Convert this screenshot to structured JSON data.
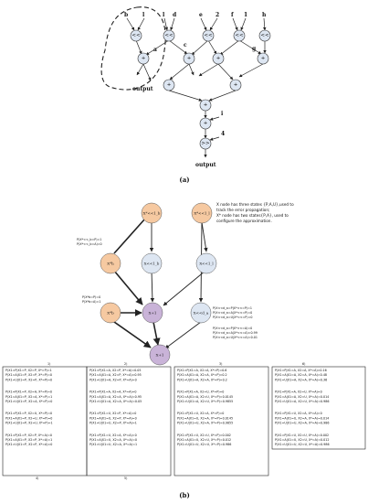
{
  "part_a": {
    "inputs": [
      "b",
      "l",
      "l",
      "d",
      "e",
      "2",
      "f",
      "1",
      "h"
    ],
    "edge_labels": {
      "a": "a",
      "c": "c",
      "g": "g",
      "i": "i",
      "four": "4"
    },
    "ops": {
      "shift": "<<",
      "add": "+",
      "rshift": ">>"
    },
    "outputs": {
      "inner": "output",
      "final": "output"
    },
    "caption": "(a)"
  },
  "part_b": {
    "legend": [
      "X node has three states {P,A,U},used to",
      "track the error propagation;",
      "X* node has two states{P,A}, used to",
      "configure the approximation."
    ],
    "nodes": {
      "xs_b": "X*<<1_b",
      "xs_l": "X*<<1_l",
      "x_h": "X*h",
      "x_add_b": "X<<1_b",
      "x_add_l": "X<<1_l",
      "x_b2": "X*b",
      "x_mid": "X+1",
      "x_add_a": "X<<d_a",
      "x_out": "X+1"
    },
    "prior_left": [
      "P(X*<<_b=P)=1",
      "P(X*<<_b=A)=0"
    ],
    "prior_left2": [
      "P(X*b=P)=0",
      "P(X*b=A)=1"
    ],
    "prior_right": [
      "P(X<<d_a=P|X*<<=P)=1",
      "P(X<<d_a=A|X*<<=P)=0",
      "P(X<<d_a=U|X*<<=P)=0"
    ],
    "prior_right2": [
      "P(X<<d_a=P|X*<<=A)=0",
      "P(X<<d_a=A|X*<<=A)=0.99",
      "P(X<<d_a=U|X*<<=A)=0.01"
    ],
    "cpt_numbers": [
      "1)",
      "2)",
      "3)",
      "4)",
      "5)",
      "6)"
    ],
    "table1": [
      [
        "P(X1=P|X1=P, X2=P, X*=P)=1",
        "P(X1=A|X1=P, X2=P, X*=P)=0",
        "P(X1=U|X1=P, X2=P, X*=P)=0"
      ],
      [
        "P(X1=P|X1=P, X2=A, X*=P)=0",
        "P(X1=A|X1=P, X2=A, X*=P)=1",
        "P(X1=U|X1=P, X2=A, X*=P)=0"
      ],
      [
        "P(X1=P|X1=P, X2=U, X*=P)=0",
        "P(X1=A|X1=P, X2=U, X*=P)=0",
        "P(X1=U|X1=P, X2=U, X*=P)=1"
      ],
      [
        "P(X1=P|X1=P, X2=P, X*=A)=0",
        "P(X1=A|X1=P, X2=P, X*=A)=1",
        "P(X1=U|X1=P, X2=P, X*=A)=0"
      ]
    ],
    "table2": [
      [
        "P(X1=P|X1=A, X2=P, X*=A)=0.05",
        "P(X1=A|X1=A, X2=P, X*=A)=0.95",
        "P(X1=U|X1=A, X2=P, X*=A)=0"
      ],
      [
        "P(X1=P|X1=A, X2=A, X*=A)=0",
        "P(X1=A|X1=A, X2=A, X*=A)=0.95",
        "P(X1=U|X1=A, X2=A, X*=A)=0.05"
      ],
      [
        "P(X1=P|X1=U, X2=P, X*=A)=0",
        "P(X1=A|X1=U, X2=P, X*=A)=0",
        "P(X1=U|X1=U, X2=P, X*=A)=1"
      ],
      [
        "P(X1=P|X1=U, X2=A, X*=A)=0",
        "P(X1=A|X1=U, X2=A, X*=A)=0",
        "P(X1=U|X1=U, X2=A, X*=A)=1"
      ]
    ],
    "table3": [
      [
        "P(X1=P|X1=A, X2=A, X*=P)=0.6",
        "P(X1=A|X1=A, X2=A, X*=P)=0.2",
        "P(X1=U|X1=A, X2=A, X*=P)=0.2"
      ],
      [
        "P(X1=P|X1=A, X2=U, X*=P)=0",
        "P(X1=A|X1=A, X2=U, X*=P)=0.0145",
        "P(X1=U|X1=A, X2=U, X*=P)=0.9855"
      ],
      [
        "P(X1=P|X1=U, X2=A, X*=P)=0",
        "P(X1=A|X1=U, X2=A, X*=P)=0.0145",
        "P(X1=U|X1=U, X2=A, X*=P)=0.9855"
      ],
      [
        "P(X1=P|X1=U, X2=U, X*=P)=0.002",
        "P(X1=A|X1=U, X2=U, X*=P)=0.012",
        "P(X1=U|X1=U, X2=U, X*=P)=0.986"
      ]
    ],
    "table4": [
      [
        "P(X1=P|X1=A, X2=A, X*=A)=0.16",
        "P(X1=A|X1=A, X2=A, X*=A)=0.48",
        "P(X1=U|X1=A, X2=A, X*=A)=0.36"
      ],
      [
        "P(X1=P|X1=A, X2=U, X*=A)=0",
        "P(X1=A|X1=A, X2=U, X*=A)=0.014",
        "P(X1=U|X1=A, X2=U, X*=A)=0.986"
      ],
      [
        "P(X1=P|X1=U, X2=A, X*=A)=0",
        "P(X1=A|X1=U, X2=A, X*=A)=0.014",
        "P(X1=U|X1=U, X2=A, X*=A)=0.986"
      ],
      [
        "P(X1=P|X1=U, X2=U, X*=A)=0.002",
        "P(X1=A|X1=U, X2=U, X*=A)=0.012",
        "P(X1=U|X1=U, X2=U, X*=A)=0.986"
      ]
    ],
    "caption": "(b)"
  },
  "colors": {
    "node_blue": "#dde6f2",
    "node_orange": "#f6c9a1",
    "node_purple": "#c9b3d8",
    "edge": "#222222"
  }
}
